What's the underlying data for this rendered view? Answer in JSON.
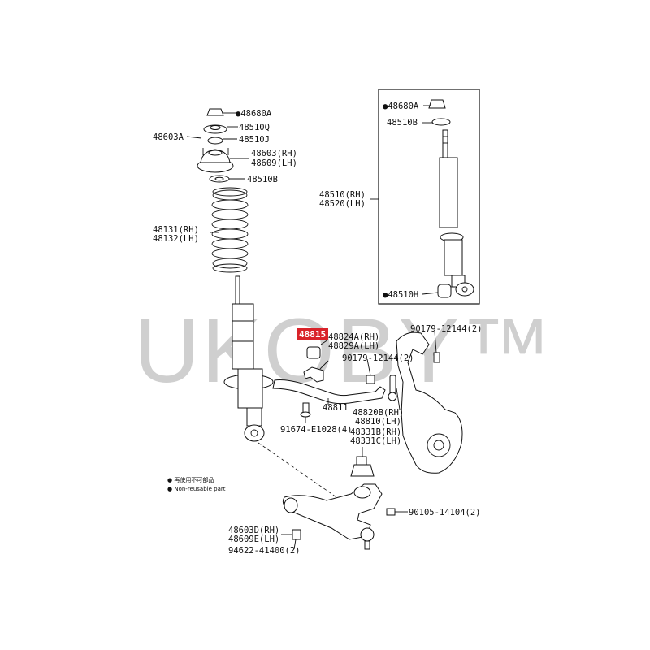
{
  "watermark": "UKOBY™",
  "highlight": {
    "label": "48815",
    "color": "#d9232a"
  },
  "labels": {
    "strut_48680A": "●48680A",
    "strut_48510Q": "48510Q",
    "strut_48510J": "48510J",
    "strut_48603A": "48603A",
    "strut_48603RH": "48603(RH)",
    "strut_48609LH": "48609(LH)",
    "strut_48510B": "48510B",
    "spring_rh": "48131(RH)",
    "spring_lh": "48132(LH)",
    "box_48680A": "●48680A",
    "box_48510B": "48510B",
    "box_48510RH": "48510(RH)",
    "box_48520LH": "48520(LH)",
    "box_48510H": "●48510H",
    "bush_48824A": "48824A(RH)",
    "bush_48829A": "48829A(LH)",
    "bolt_90179a": "90179-12144(2)",
    "bolt_90179b": "90179-12144(2)",
    "bar_48811": "48811",
    "link_48820B": "48820B(RH)",
    "link_48810": "48810(LH)",
    "bolt_91674": "91674-E1028(4)",
    "joint_48331B": "48331B(RH)",
    "joint_48331C": "48331C(LH)",
    "bolt_90105": "90105-14104(2)",
    "arm_48603D": "48603D(RH)",
    "arm_48609E": "48609E(LH)",
    "nut_94622": "94622-41400(2)"
  },
  "legend": {
    "line1": "● 再使用不可部品",
    "line2": "● Non-reusable part"
  }
}
